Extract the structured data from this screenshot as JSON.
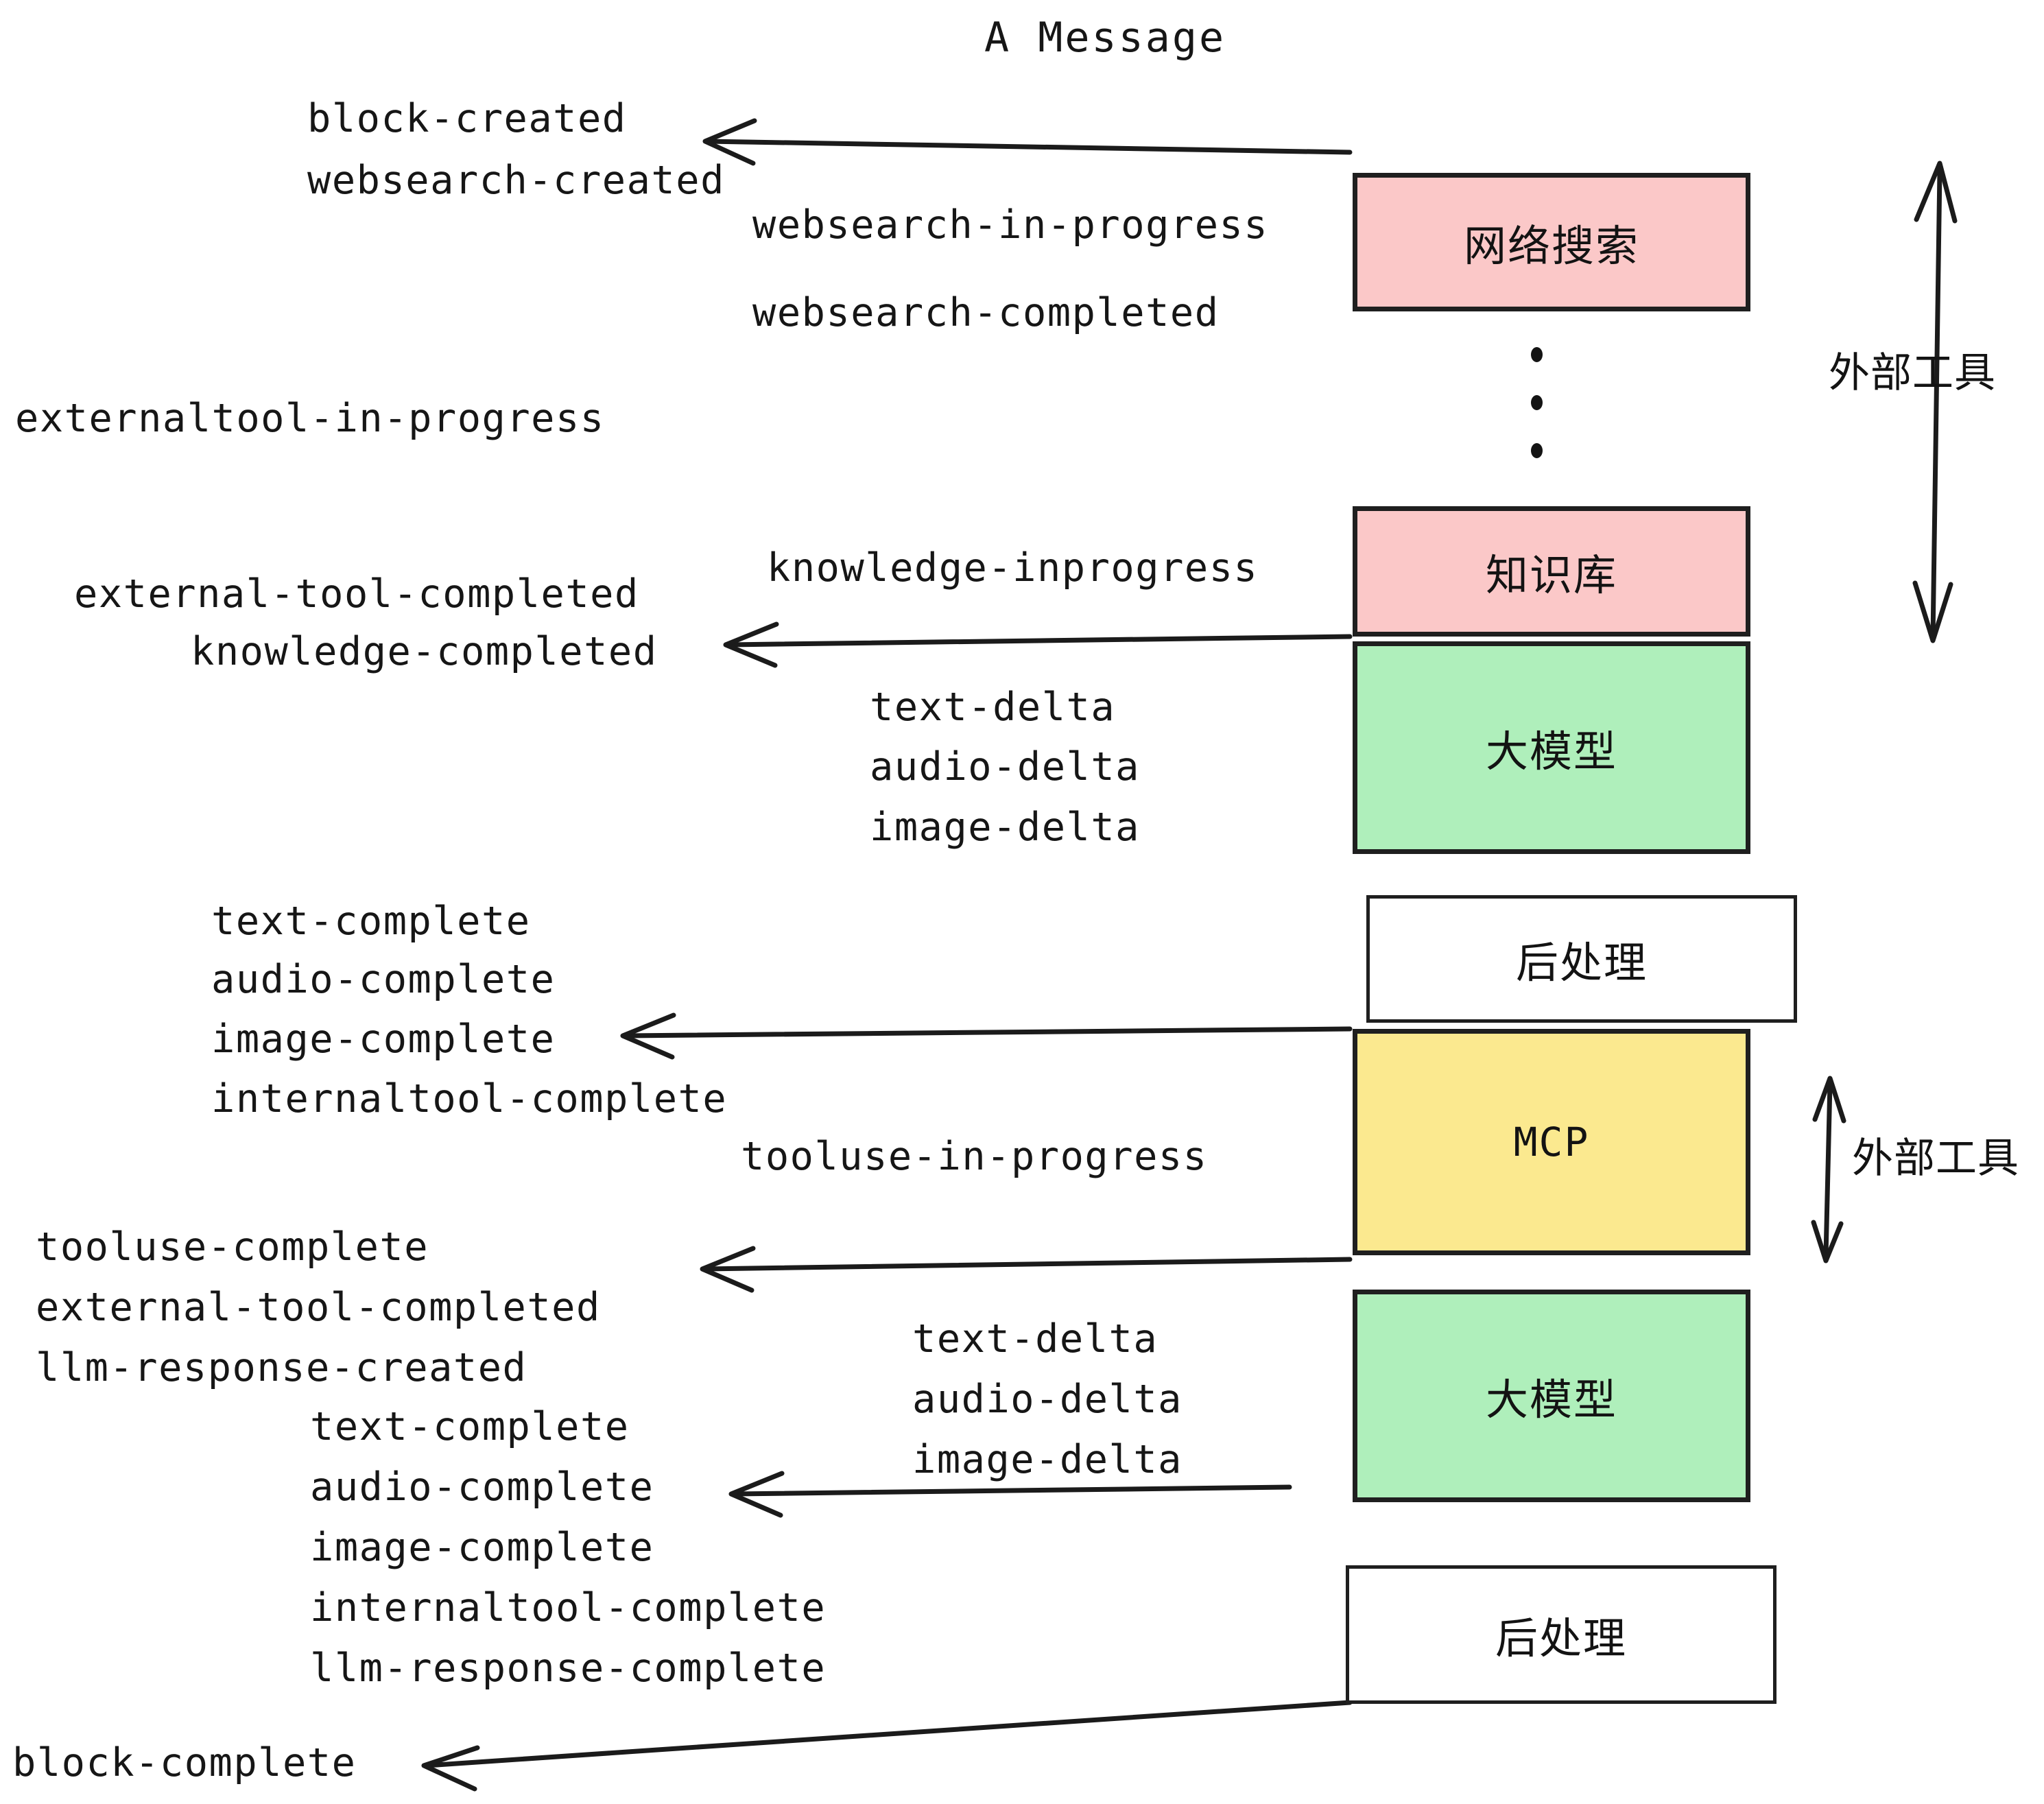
{
  "title": "A Message",
  "colors": {
    "pink": "#FBC8C8",
    "green": "#AFEFBB",
    "yellow": "#FBE98F",
    "white": "#FFFFFF",
    "stroke": "#1F1F1F",
    "text": "#161616"
  },
  "nodes": [
    {
      "id": "websearch",
      "label": "网络搜索",
      "fill": "#FBC8C8"
    },
    {
      "id": "knowledge",
      "label": "知识库",
      "fill": "#FBC8C8"
    },
    {
      "id": "llm-1",
      "label": "大模型",
      "fill": "#AFEFBB"
    },
    {
      "id": "postprocess-1",
      "label": "后处理",
      "fill": "#FFFFFF"
    },
    {
      "id": "mcp",
      "label": "MCP",
      "fill": "#FBE98F"
    },
    {
      "id": "llm-2",
      "label": "大模型",
      "fill": "#AFEFBB"
    },
    {
      "id": "postprocess-2",
      "label": "后处理",
      "fill": "#FFFFFF"
    }
  ],
  "group_labels": [
    {
      "id": "external-tools-top",
      "label": "外部工具"
    },
    {
      "id": "external-tools-bottom",
      "label": "外部工具"
    }
  ],
  "events": [
    {
      "id": "block-created",
      "label": "block-created"
    },
    {
      "id": "websearch-created",
      "label": "websearch-created"
    },
    {
      "id": "websearch-in-progress",
      "label": "websearch-in-progress"
    },
    {
      "id": "websearch-completed",
      "label": "websearch-completed"
    },
    {
      "id": "externaltool-in-progress",
      "label": "externaltool-in-progress"
    },
    {
      "id": "knowledge-inprogress",
      "label": "knowledge-inprogress"
    },
    {
      "id": "external-tool-completed-1",
      "label": "external-tool-completed"
    },
    {
      "id": "knowledge-completed",
      "label": "knowledge-completed"
    },
    {
      "id": "text-delta-1",
      "label": "text-delta"
    },
    {
      "id": "audio-delta-1",
      "label": "audio-delta"
    },
    {
      "id": "image-delta-1",
      "label": "image-delta"
    },
    {
      "id": "text-complete-1",
      "label": "text-complete"
    },
    {
      "id": "audio-complete-1",
      "label": "audio-complete"
    },
    {
      "id": "image-complete-1",
      "label": "image-complete"
    },
    {
      "id": "internaltool-complete-1",
      "label": "internaltool-complete"
    },
    {
      "id": "tooluse-in-progress",
      "label": "tooluse-in-progress"
    },
    {
      "id": "tooluse-complete",
      "label": "tooluse-complete"
    },
    {
      "id": "external-tool-completed-2",
      "label": "external-tool-completed"
    },
    {
      "id": "llm-response-created",
      "label": "llm-response-created"
    },
    {
      "id": "text-delta-2",
      "label": "text-delta"
    },
    {
      "id": "audio-delta-2",
      "label": "audio-delta"
    },
    {
      "id": "image-delta-2",
      "label": "image-delta"
    },
    {
      "id": "text-complete-2",
      "label": "text-complete"
    },
    {
      "id": "audio-complete-2",
      "label": "audio-complete"
    },
    {
      "id": "image-complete-2",
      "label": "image-complete"
    },
    {
      "id": "internaltool-complete-2",
      "label": "internaltool-complete"
    },
    {
      "id": "llm-response-complete",
      "label": "llm-response-complete"
    },
    {
      "id": "block-complete",
      "label": "block-complete"
    }
  ]
}
